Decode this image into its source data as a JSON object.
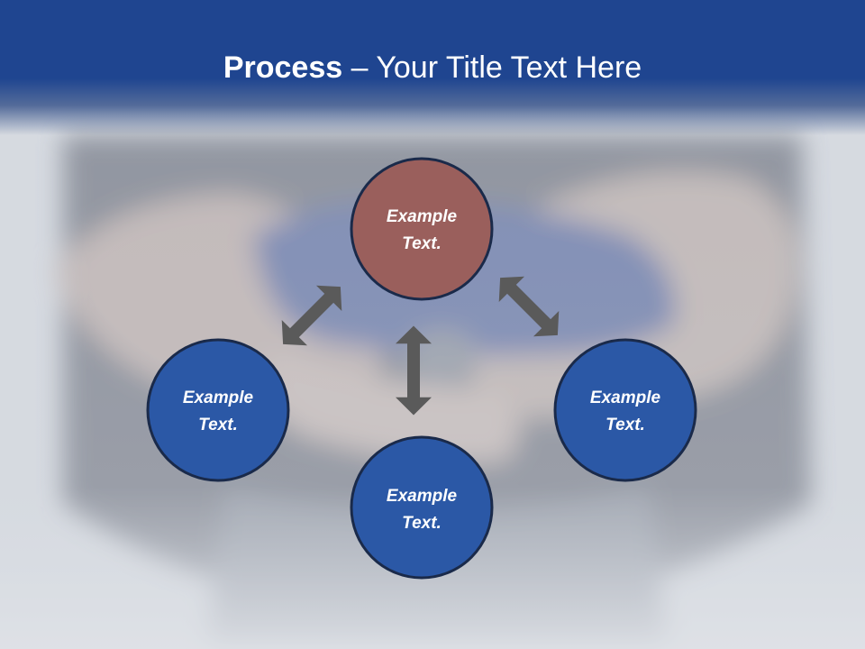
{
  "title": {
    "bold": "Process",
    "rest": " – Your Title Text Here"
  },
  "nodes": [
    {
      "id": "top",
      "line1": "Example",
      "line2": "Text.",
      "color": "#9a5f5c"
    },
    {
      "id": "left",
      "line1": "Example",
      "line2": "Text.",
      "color": "#2b58a6"
    },
    {
      "id": "right",
      "line1": "Example",
      "line2": "Text.",
      "color": "#2b58a6"
    },
    {
      "id": "bottom",
      "line1": "Example",
      "line2": "Text.",
      "color": "#2b58a6"
    }
  ],
  "colors": {
    "header": "#1f4590",
    "node_stroke": "#1a2a4a",
    "arrow": "#5a5a5a"
  },
  "icons": [
    "double-arrow-icon"
  ]
}
